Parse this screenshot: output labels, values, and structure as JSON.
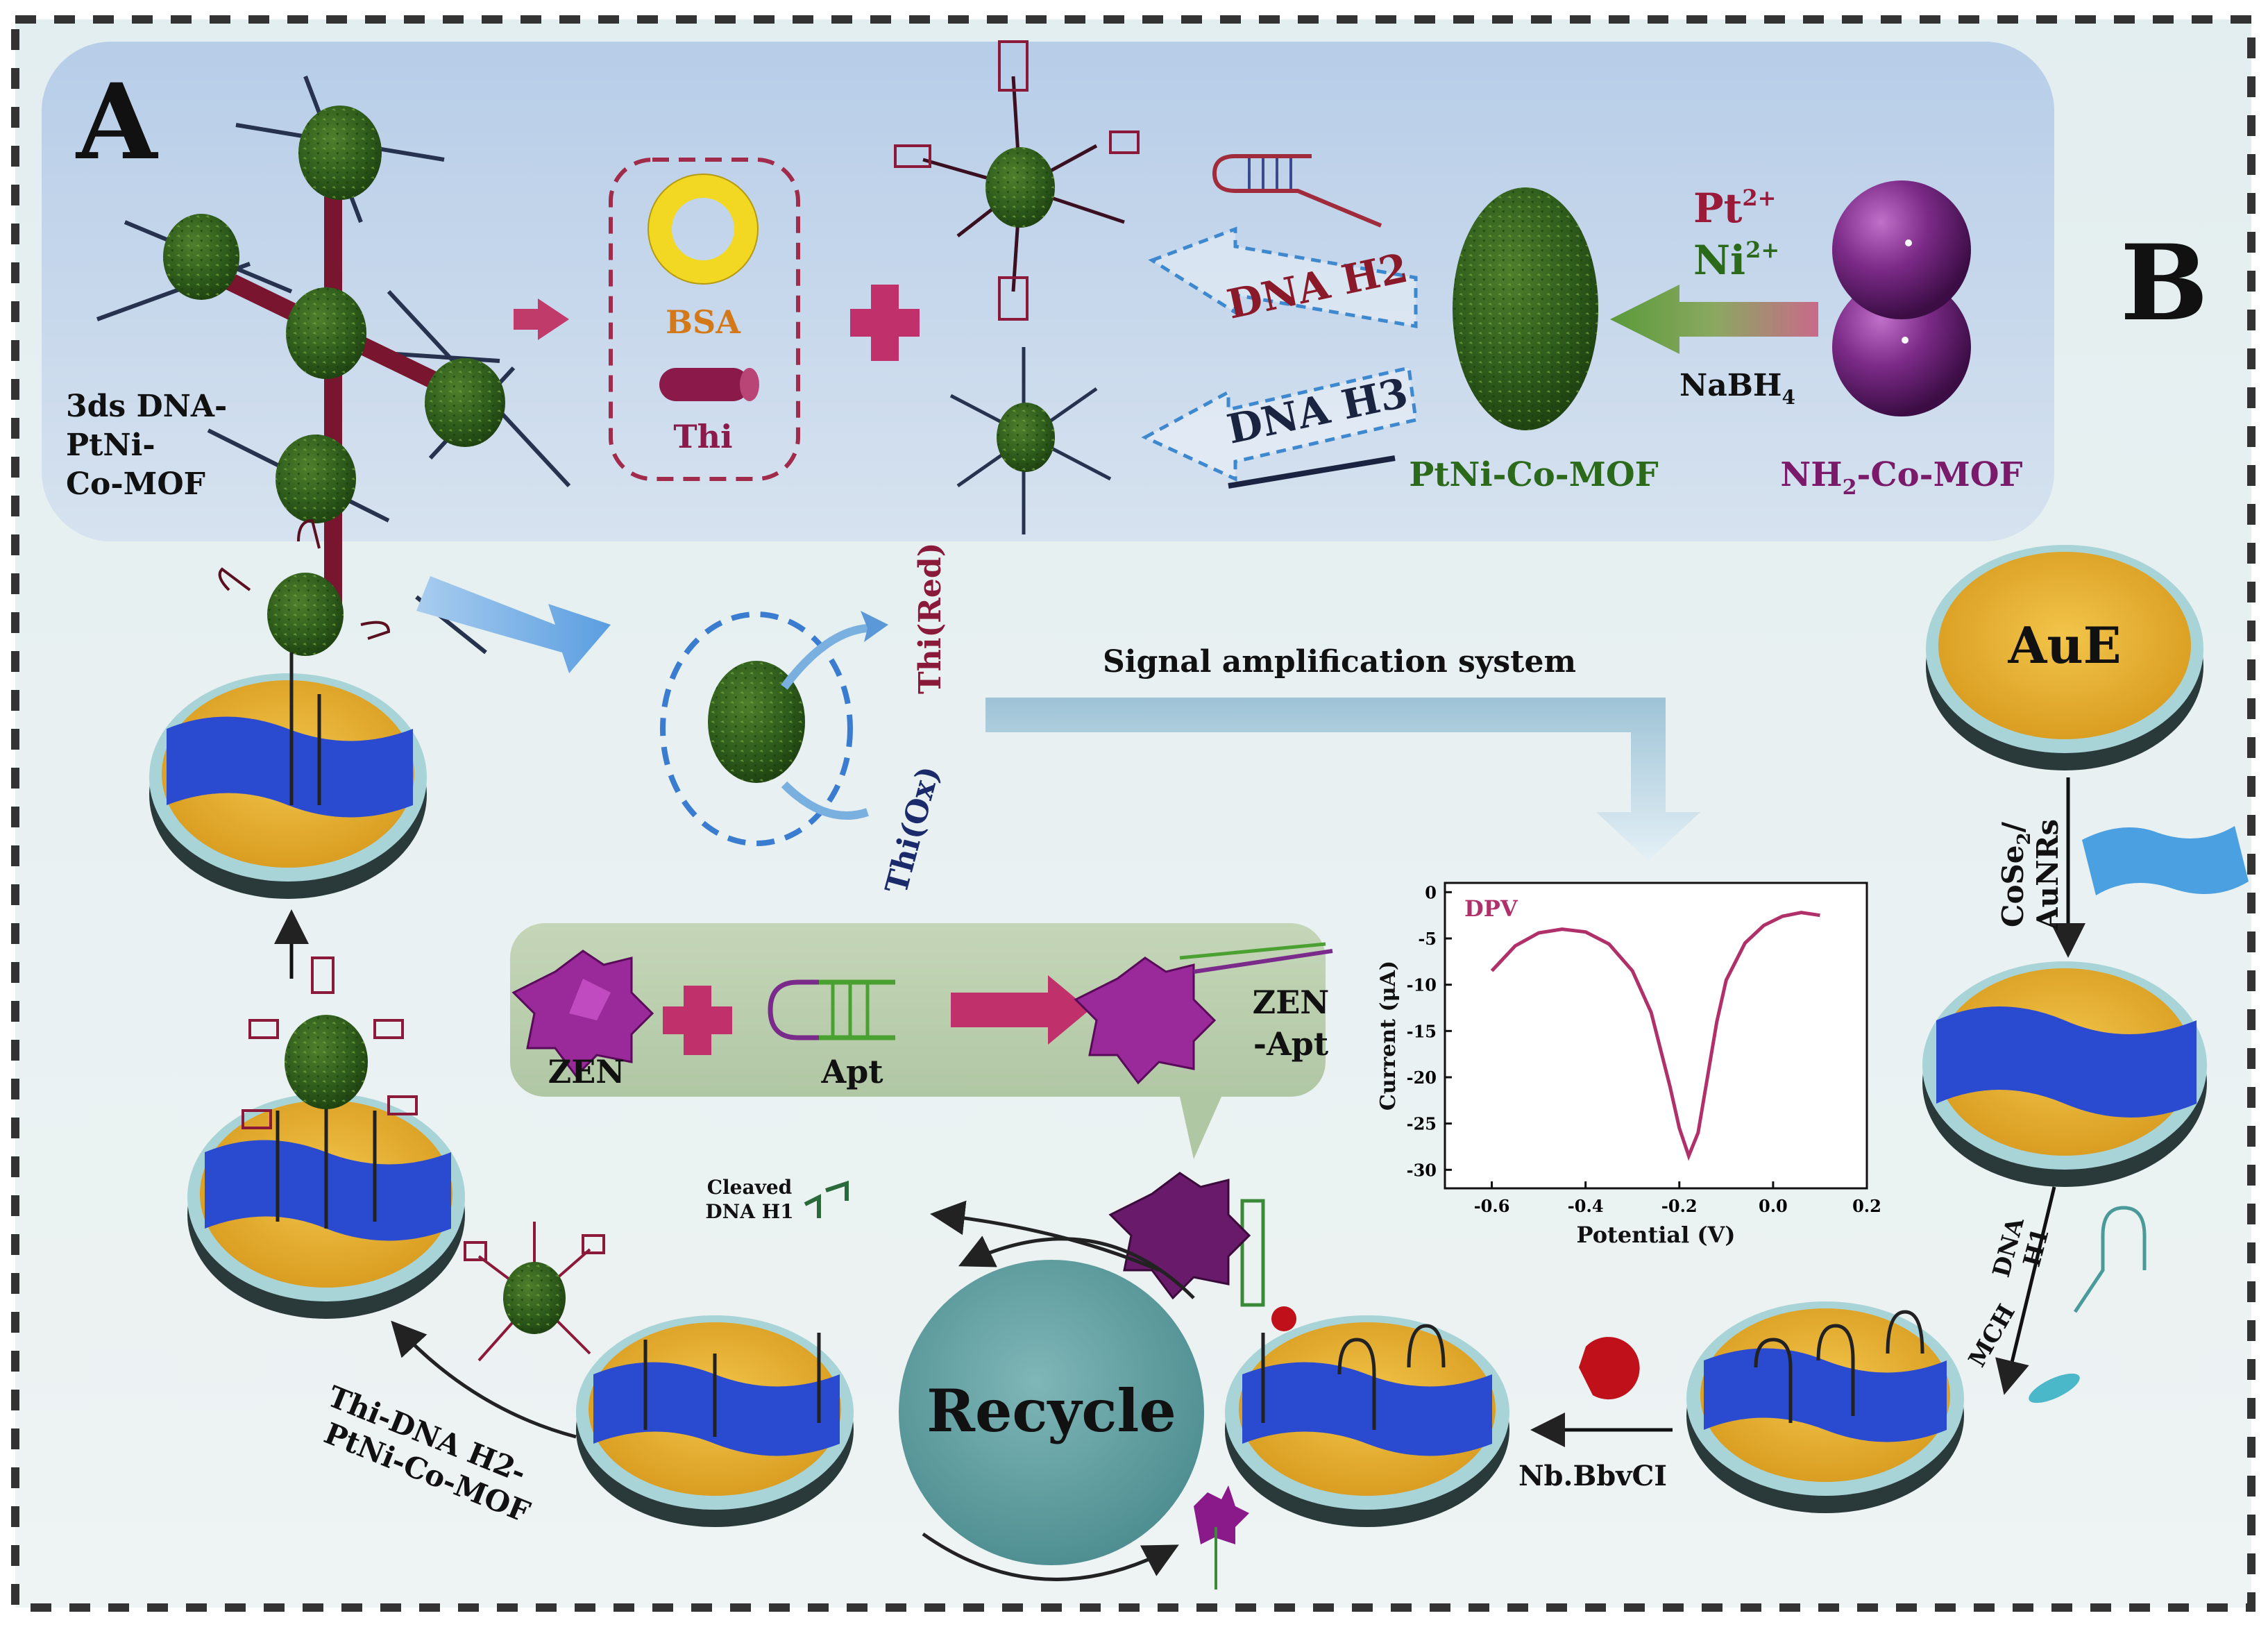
{
  "panel_labels": {
    "a": "A",
    "b": "B"
  },
  "panel_a": {
    "left_product": [
      "3ds DNA-",
      "PtNi-",
      "Co-MOF"
    ],
    "reagents": {
      "bsa": "BSA",
      "thi": "Thi"
    },
    "dna_h2": "DNA H2",
    "dna_h3": "DNA H3",
    "ptni_label": "PtNi-Co-MOF",
    "metal_ions": {
      "pt": "Pt",
      "pt_charge": "2+",
      "ni": "Ni",
      "ni_charge": "2+"
    },
    "reductant": {
      "prefix": "NaBH",
      "sub": "4"
    },
    "mof_label": {
      "prefix": "NH",
      "sub": "2",
      "suffix": "-Co-MOF"
    }
  },
  "signal": {
    "title": "Signal amplification system",
    "thi_red": "Thi(Red)",
    "thi_ox": "Thi(Ox)"
  },
  "aptamer_box": {
    "zen": "ZEN",
    "apt": "Apt",
    "zen_apt_1": "ZEN",
    "zen_apt_2": "-Apt"
  },
  "chart_data": {
    "type": "line",
    "title": "DPV",
    "xlabel": "Potential (V)",
    "ylabel": "Current (μA)",
    "xlim": [
      -0.7,
      0.2
    ],
    "ylim": [
      -32,
      1
    ],
    "x_ticks": [
      "-0.6",
      "-0.4",
      "-0.2",
      "0.0",
      "0.2"
    ],
    "y_ticks": [
      "0",
      "-5",
      "-10",
      "-15",
      "-20",
      "-25",
      "-30"
    ],
    "series": [
      {
        "color": "#b0306a",
        "x": [
          -0.6,
          -0.55,
          -0.5,
          -0.45,
          -0.4,
          -0.35,
          -0.3,
          -0.26,
          -0.22,
          -0.2,
          -0.18,
          -0.16,
          -0.14,
          -0.12,
          -0.1,
          -0.06,
          -0.02,
          0.02,
          0.06,
          0.1
        ],
        "y": [
          -8.5,
          -5.8,
          -4.4,
          -4.0,
          -4.3,
          -5.6,
          -8.5,
          -13,
          -21,
          -25.5,
          -28.5,
          -26,
          -20,
          -14,
          -9.5,
          -5.5,
          -3.6,
          -2.6,
          -2.2,
          -2.5
        ]
      }
    ]
  },
  "panel_b": {
    "aue": "AuE",
    "cose2_prefix": "CoSe",
    "cose2_sub": "2",
    "cose2_suffix": "/",
    "aunrs": "AuNRs",
    "dna_h1_1": "DNA",
    "dna_h1_2": "H1",
    "mch": "MCH",
    "enzyme": "Nb.BbvCI",
    "recycle": "Recycle",
    "cleaved_1": "Cleaved",
    "cleaved_2": "DNA H1",
    "thi_dna_1": "Thi-DNA H2-",
    "thi_dna_2": "PtNi-Co-MOF"
  }
}
